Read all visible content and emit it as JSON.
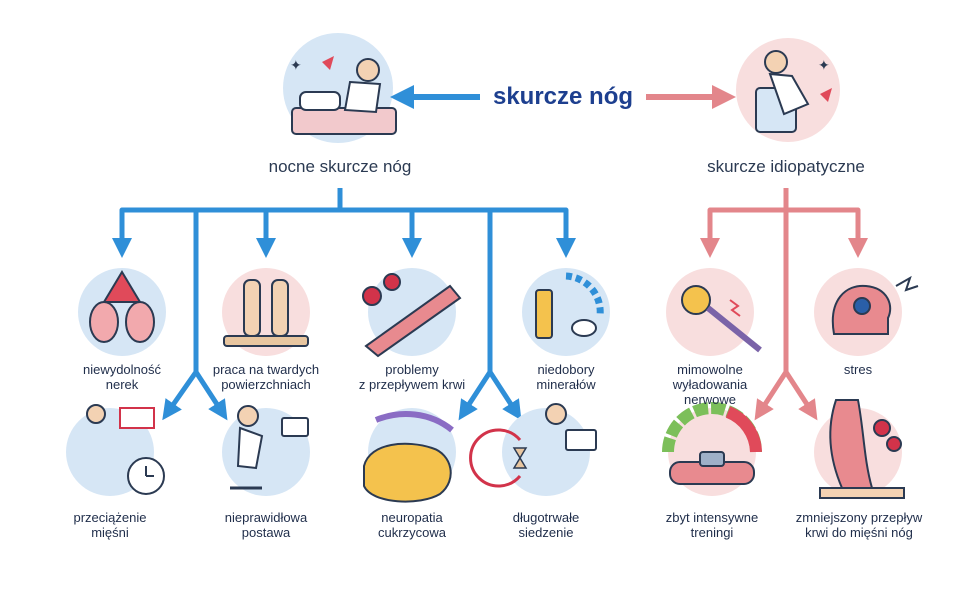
{
  "root": {
    "label": "skurcze nóg"
  },
  "branches": {
    "night": {
      "label": "nocne skurcze nóg"
    },
    "idiopathic": {
      "label": "skurcze idiopatyczne"
    }
  },
  "items": [
    {
      "id": "kidney",
      "label": "niewydolność\nnerek",
      "branch": "night"
    },
    {
      "id": "hard-surface",
      "label": "praca na twardych\npowierzchniach",
      "branch": "night"
    },
    {
      "id": "blood-flow",
      "label": "problemy\nz przepływem krwi",
      "branch": "night"
    },
    {
      "id": "minerals",
      "label": "niedobory\nminerałów",
      "branch": "night"
    },
    {
      "id": "muscle-overload",
      "label": "przeciążenie\nmięśni",
      "branch": "night"
    },
    {
      "id": "posture",
      "label": "nieprawidłowa\npostawa",
      "branch": "night"
    },
    {
      "id": "neuropathy",
      "label": "neuropatia\ncukrzycowa",
      "branch": "night"
    },
    {
      "id": "sitting",
      "label": "długotrwałe\nsiedzenie",
      "branch": "night"
    },
    {
      "id": "nerve-discharge",
      "label": "mimowolne\nwyładowania\nnerwowe",
      "branch": "idiopathic"
    },
    {
      "id": "stress",
      "label": "stres",
      "branch": "idiopathic"
    },
    {
      "id": "training",
      "label": "zbyt intensywne\ntreningi",
      "branch": "idiopathic"
    },
    {
      "id": "reduced-flow",
      "label": "zmniejszony przepływ\nkrwi do mięśni nóg",
      "branch": "idiopathic"
    }
  ],
  "colors": {
    "night_arrow": "#2f8fd8",
    "idiopathic_arrow": "#e3868b",
    "title": "#1d3f8f",
    "text": "#1f2d4a",
    "blue_circle": "#d6e6f5",
    "pink_circle": "#f8dede"
  }
}
